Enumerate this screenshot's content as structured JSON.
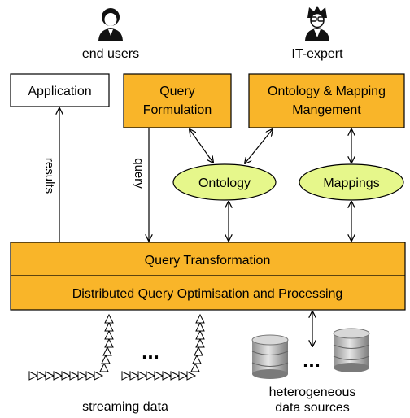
{
  "actors": {
    "end_users": "end users",
    "it_expert": "IT-expert"
  },
  "boxes": {
    "application": "Application",
    "query_formulation": [
      "Query",
      "Formulation"
    ],
    "ontology_mapping": [
      "Ontology & Mapping",
      "Mangement"
    ],
    "query_transformation": "Query Transformation",
    "distributed": "Distributed Query Optimisation and Processing"
  },
  "ellipses": {
    "ontology": "Ontology",
    "mappings": "Mappings"
  },
  "edge_labels": {
    "results": "results",
    "query": "query"
  },
  "bottom": {
    "ellipsis": "...",
    "streaming_data": "streaming data",
    "sources": [
      "heterogeneous",
      "data sources"
    ]
  },
  "colors": {
    "box_fill": "#f9b529",
    "ellipse_fill": "#e6f78b"
  }
}
